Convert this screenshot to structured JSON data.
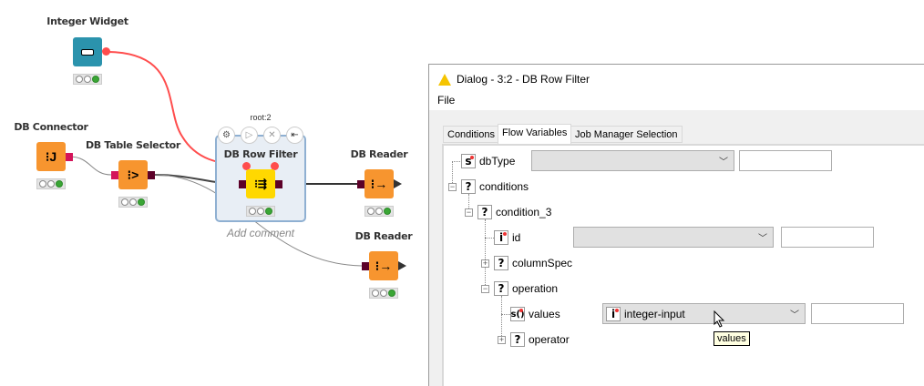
{
  "workflow": {
    "nodes": [
      {
        "label": "Integer Widget",
        "color": "#2b93ad"
      },
      {
        "label": "DB Connector",
        "color": "#f7952f"
      },
      {
        "label": "DB Table Selector",
        "color": "#f7952f"
      },
      {
        "label": "DB Row Filter",
        "color": "#ffd800"
      },
      {
        "label": "DB Reader",
        "color": "#f7952f"
      },
      {
        "label": "DB Reader",
        "color": "#f7952f"
      }
    ],
    "metanode_id": "root:2",
    "add_comment": "Add comment",
    "flow_variable_edge_color": "#ff4d4d"
  },
  "dialog": {
    "title": "Dialog - 3:2 - DB Row Filter",
    "menu": [
      "File"
    ],
    "tabs": [
      "Conditions",
      "Flow Variables",
      "Job Manager Selection"
    ],
    "active_tab": "Flow Variables",
    "tree": {
      "dbType": "dbType",
      "conditions": "conditions",
      "condition_3": "condition_3",
      "id": "id",
      "columnSpec": "columnSpec",
      "operation": "operation",
      "values": "values",
      "operator": "operator"
    },
    "values_selected": "integer-input",
    "tooltip": "values"
  }
}
